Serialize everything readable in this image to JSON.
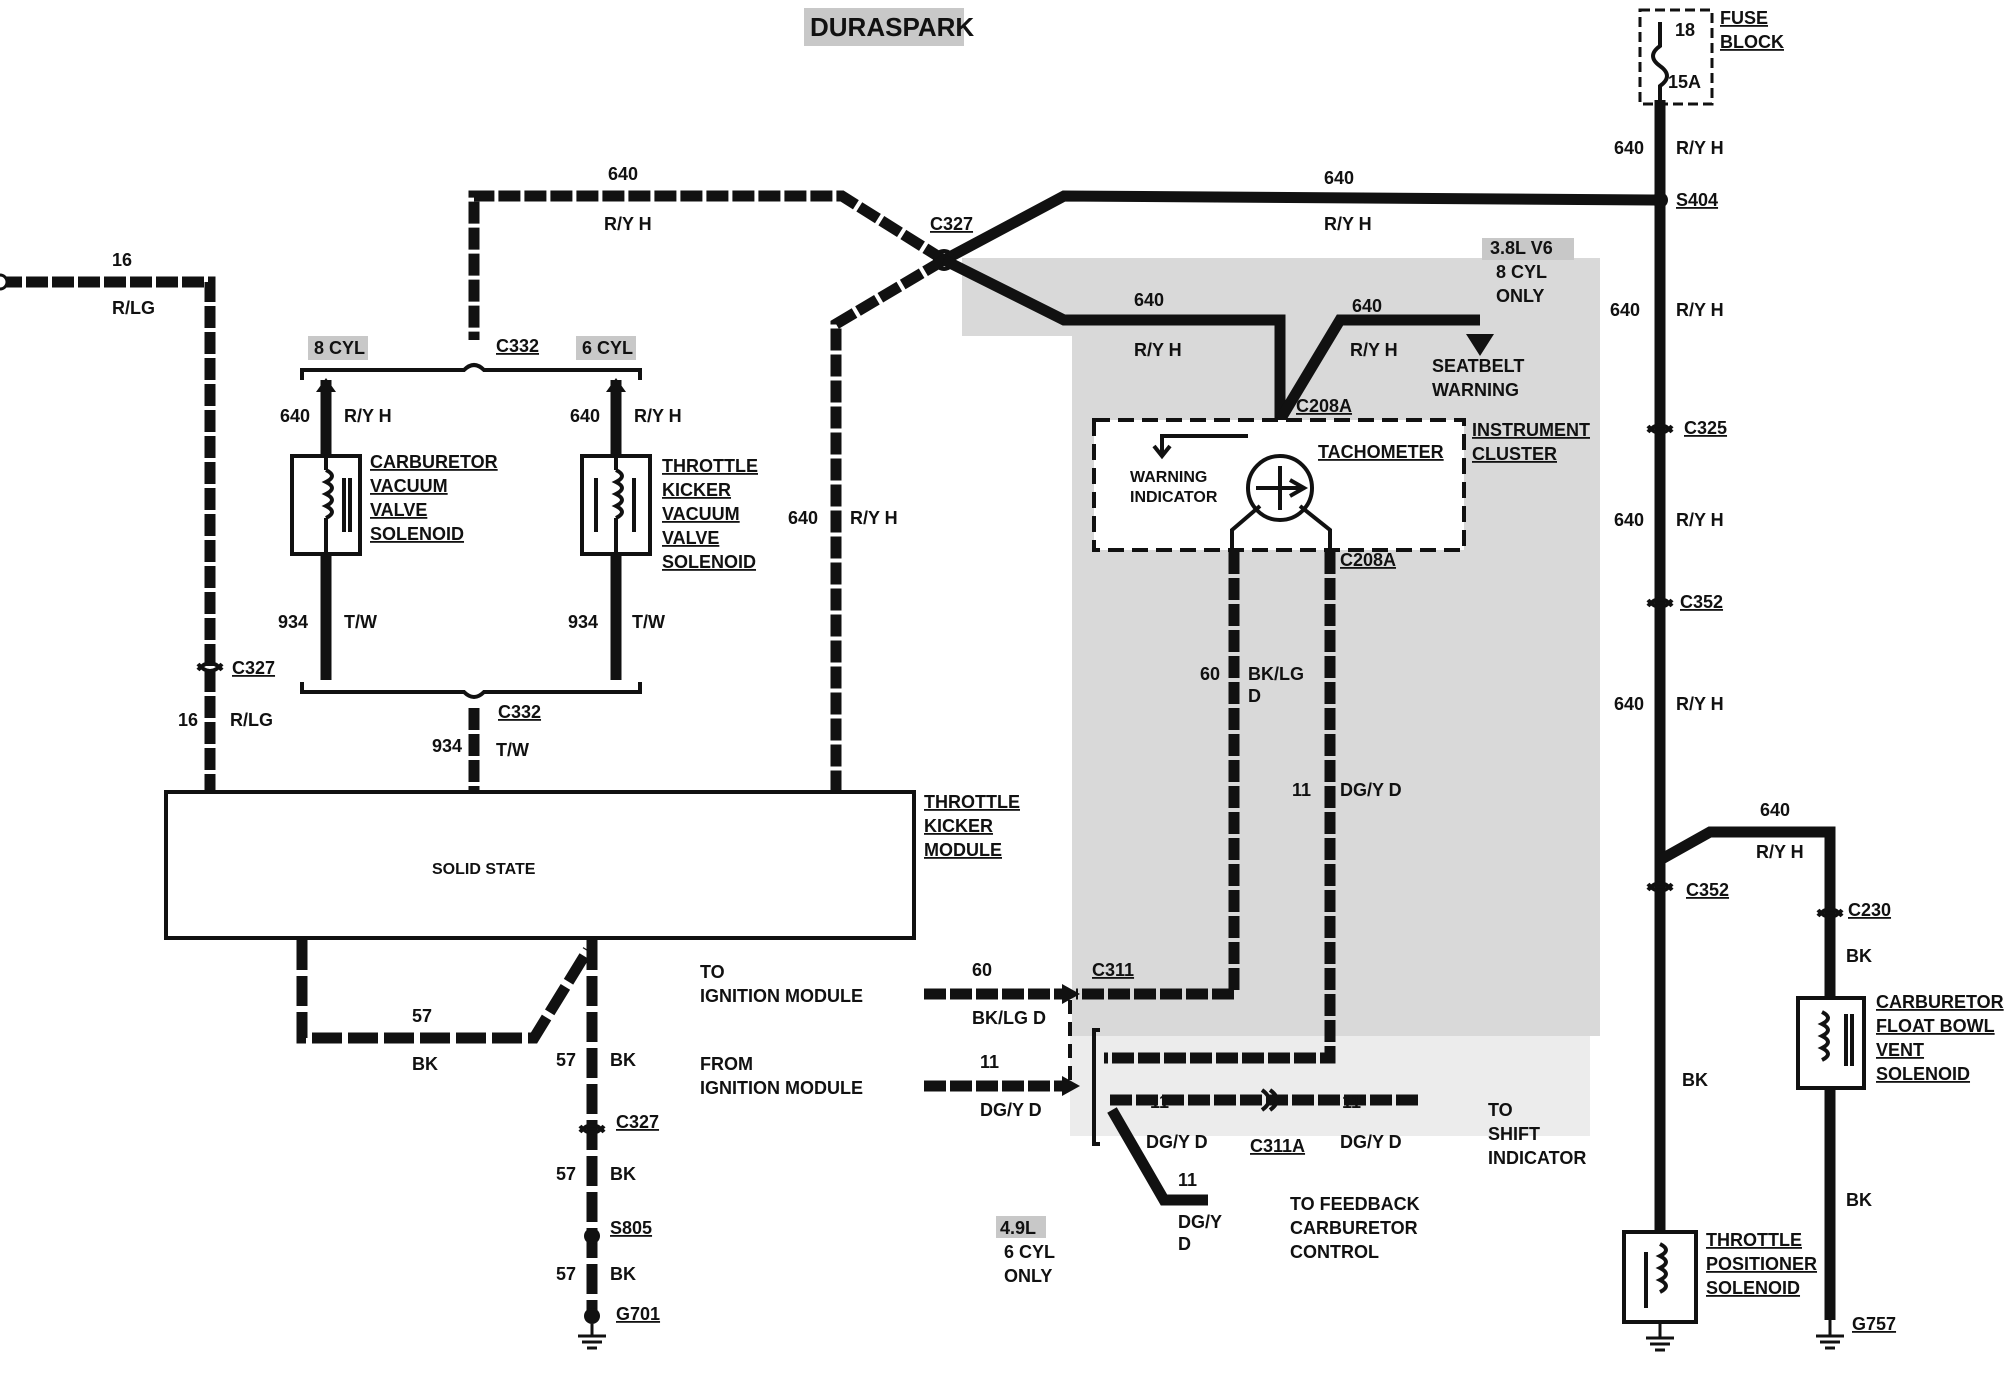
{
  "title": "DURASPARK",
  "fuse": {
    "number": "18",
    "rating": "15A",
    "label_line1": "FUSE",
    "label_line2": "BLOCK"
  },
  "connectors": {
    "s404": "S404",
    "c325": "C325",
    "c352_upper": "C352",
    "c352_lower": "C352",
    "c230": "C230",
    "c327_top": "C327",
    "c327_left": "C327",
    "c327_bottom": "C327",
    "c332_top": "C332",
    "c332_bottom": "C332",
    "c208a_top": "C208A",
    "c208a_bottom": "C208A",
    "c311": "C311",
    "c311a": "C311A",
    "s805": "S805",
    "g701": "G701",
    "g757": "G757"
  },
  "circuits": {
    "c640": "640",
    "ry_h": "R/Y H",
    "c16": "16",
    "r_lg": "R/LG",
    "c934": "934",
    "t_w": "T/W",
    "c57": "57",
    "bk": "BK",
    "c60": "60",
    "bk_lg_d": "BK/LG D",
    "bk_lg": "BK/LG",
    "d": "D",
    "c11": "11",
    "dg_y_d": "DG/Y D",
    "dg_y": "DG/Y"
  },
  "engine_tags": {
    "eight_cyl": "8 CYL",
    "six_cyl": "6 CYL",
    "v6_line1": "3.8L V6",
    "v6_line2": "8 CYL",
    "v6_line3": "ONLY",
    "l49_line1": "4.9L",
    "l49_line2": "6 CYL",
    "l49_line3": "ONLY"
  },
  "components": {
    "carb_vacuum": [
      "CARBURETOR",
      "VACUUM",
      "VALVE",
      "SOLENOID"
    ],
    "throttle_kicker_valve": [
      "THROTTLE",
      "KICKER",
      "VACUUM",
      "VALVE",
      "SOLENOID"
    ],
    "throttle_kicker_module": [
      "THROTTLE",
      "KICKER",
      "MODULE"
    ],
    "solid_state": "SOLID STATE",
    "seatbelt": [
      "SEATBELT",
      "WARNING"
    ],
    "instrument_cluster": [
      "INSTRUMENT",
      "CLUSTER"
    ],
    "tachometer": "TACHOMETER",
    "warning_indicator": [
      "WARNING",
      "INDICATOR"
    ],
    "to_ignition": [
      "TO",
      "IGNITION MODULE"
    ],
    "from_ignition": [
      "FROM",
      "IGNITION MODULE"
    ],
    "shift_indicator": [
      "TO",
      "SHIFT",
      "INDICATOR"
    ],
    "feedback_carb": [
      "TO FEEDBACK",
      "CARBURETOR",
      "CONTROL"
    ],
    "float_bowl": [
      "CARBURETOR",
      "FLOAT BOWL",
      "VENT",
      "SOLENOID"
    ],
    "throttle_positioner": [
      "THROTTLE",
      "POSITIONER",
      "SOLENOID"
    ]
  }
}
